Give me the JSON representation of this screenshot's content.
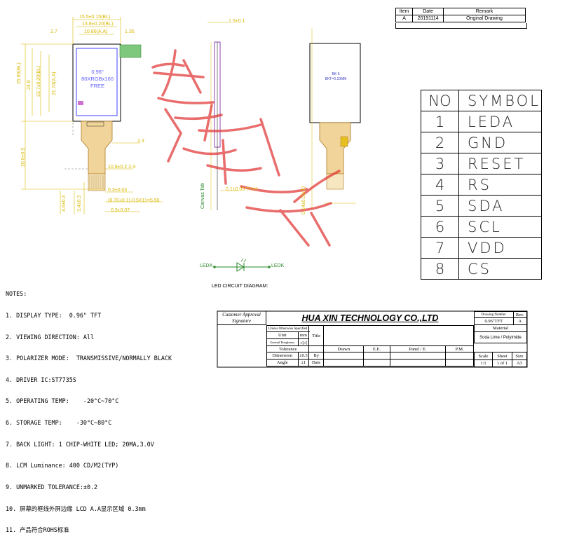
{
  "revision_table": {
    "headers": [
      "Item",
      "Date",
      "Remark"
    ],
    "row": {
      "item": "A",
      "date": "20191114",
      "remark": "Original Drawing"
    }
  },
  "pin_table": {
    "headers": [
      "NO",
      "SYMBOL"
    ],
    "pins": [
      {
        "no": "1",
        "symbol": "LEDA"
      },
      {
        "no": "2",
        "symbol": "GND"
      },
      {
        "no": "3",
        "symbol": "RESET"
      },
      {
        "no": "4",
        "symbol": "RS"
      },
      {
        "no": "5",
        "symbol": "SDA"
      },
      {
        "no": "6",
        "symbol": "SCL"
      },
      {
        "no": "7",
        "symbol": "VDD"
      },
      {
        "no": "8",
        "symbol": "CS"
      }
    ]
  },
  "front_view": {
    "screen_text": [
      "0.96\"",
      "80XRGBx160",
      "FREE"
    ],
    "dims_top": [
      "15.5±0.15(BL)",
      "13.8±0.20(BL)",
      "10.80(A.A)",
      "1.35",
      "2.7"
    ],
    "dims_left": [
      "25.85(BL)",
      "24.8",
      "23.7±0.20(BL)",
      "21.74(A.A)"
    ],
    "dims_right": [
      "2.3",
      "10.8±0.2 2-3",
      "0.3±0.03",
      "(6.70±0.1)-0.5X11=5.50",
      "0.3±0.07"
    ],
    "dims_bottom": [
      "20.0±0.5",
      "4.6±0.3",
      "3.4±0.3"
    ]
  },
  "side_view": {
    "dims": [
      "1.5±0.1",
      "0.1±0.03 TH-K",
      "0.14±0.05(T)",
      "Canvas Tab"
    ]
  },
  "back_view": {
    "labels": [
      "BK-6",
      "BKT=0.10MM"
    ]
  },
  "led_circuit": {
    "leda": "LEDA",
    "ledk": "LEDK",
    "title": "LED CIRCUIT DIAGRAM:"
  },
  "notes": {
    "title": "NOTES:",
    "items": [
      "1. DISPLAY TYPE:  0.96\" TFT",
      "2. VIEWING DIRECTION: All",
      "3. POLARIZER MODE:  TRANSMISSIVE/NORMALLY BLACK",
      "4. DRIVER IC:ST7735S",
      "5. OPERATING TEMP:    -20°C~70°C",
      "6. STORAGE TEMP:    -30°C~80°C",
      "7. BACK LIGHT: 1 CHIP-WHITE LED; 20MA,3.0V",
      "8. LCM Luminance: 400 CD/M2(TYP)",
      "9. UNMARKED TOLERANCE:±0.2",
      "10. 屏幕的框线外屏边缘 LCD A.A显示区域 0.3mm",
      "11. 产品符合ROHS标准"
    ]
  },
  "title_block": {
    "customer_approval": "Customer Approval",
    "signature": "Signature",
    "company": "HUA XIN TECHNOLOGY CO.,LTD",
    "drawing_number_label": "Drawing Number",
    "drawing_number": "0.96\"TFT",
    "rev_label": "Rev.",
    "rev": "A",
    "material_label": "Material",
    "material": "Soda Lime / Polyimide",
    "unless": "Unless Otherwise Specified",
    "unit_label": "Unit",
    "unit": "mm",
    "title_label": "Title",
    "roughness": "General Roughness",
    "tolerance": "Tolerance",
    "dimension_label": "Dimension",
    "dimension_tol": "±0.3",
    "angle_label": "Angle",
    "angle_tol": "±1",
    "drawn": "Drawn",
    "ee": "E.E.",
    "panel_e": "Panel / E.",
    "pm": "P.M.",
    "by": "By",
    "date": "Date",
    "scale_label": "Scale",
    "sheet_label": "Sheet",
    "size_label": "Size",
    "scale": "1:1",
    "sheet": "1 of 1",
    "size": "A3"
  },
  "colors": {
    "dimension": "#d8b800",
    "watermark": "#e03030",
    "flex": "#e0a030",
    "screen": "#6060ff"
  }
}
